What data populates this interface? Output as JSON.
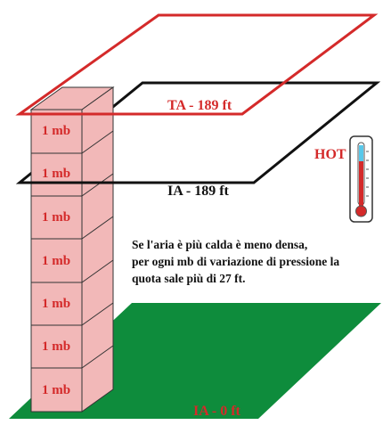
{
  "planes": {
    "top_label": "TA - 189 ft",
    "middle_label": "IA - 189 ft",
    "ground_label": "IA - 0 ft"
  },
  "column": {
    "layer_labels": [
      "1 mb",
      "1 mb",
      "1 mb",
      "1 mb",
      "1 mb",
      "1 mb",
      "1 mb"
    ]
  },
  "thermometer": {
    "label": "HOT"
  },
  "note": {
    "lines": [
      "Se l'aria è più calda è meno densa,",
      "per ogni mb di variazione di pressione la",
      "quota sale più di 27 ft."
    ]
  },
  "colors": {
    "red": "#d42a2a",
    "column_fill": "#f2b8b8",
    "ground_green": "#0e8c3c",
    "black": "#111111"
  }
}
